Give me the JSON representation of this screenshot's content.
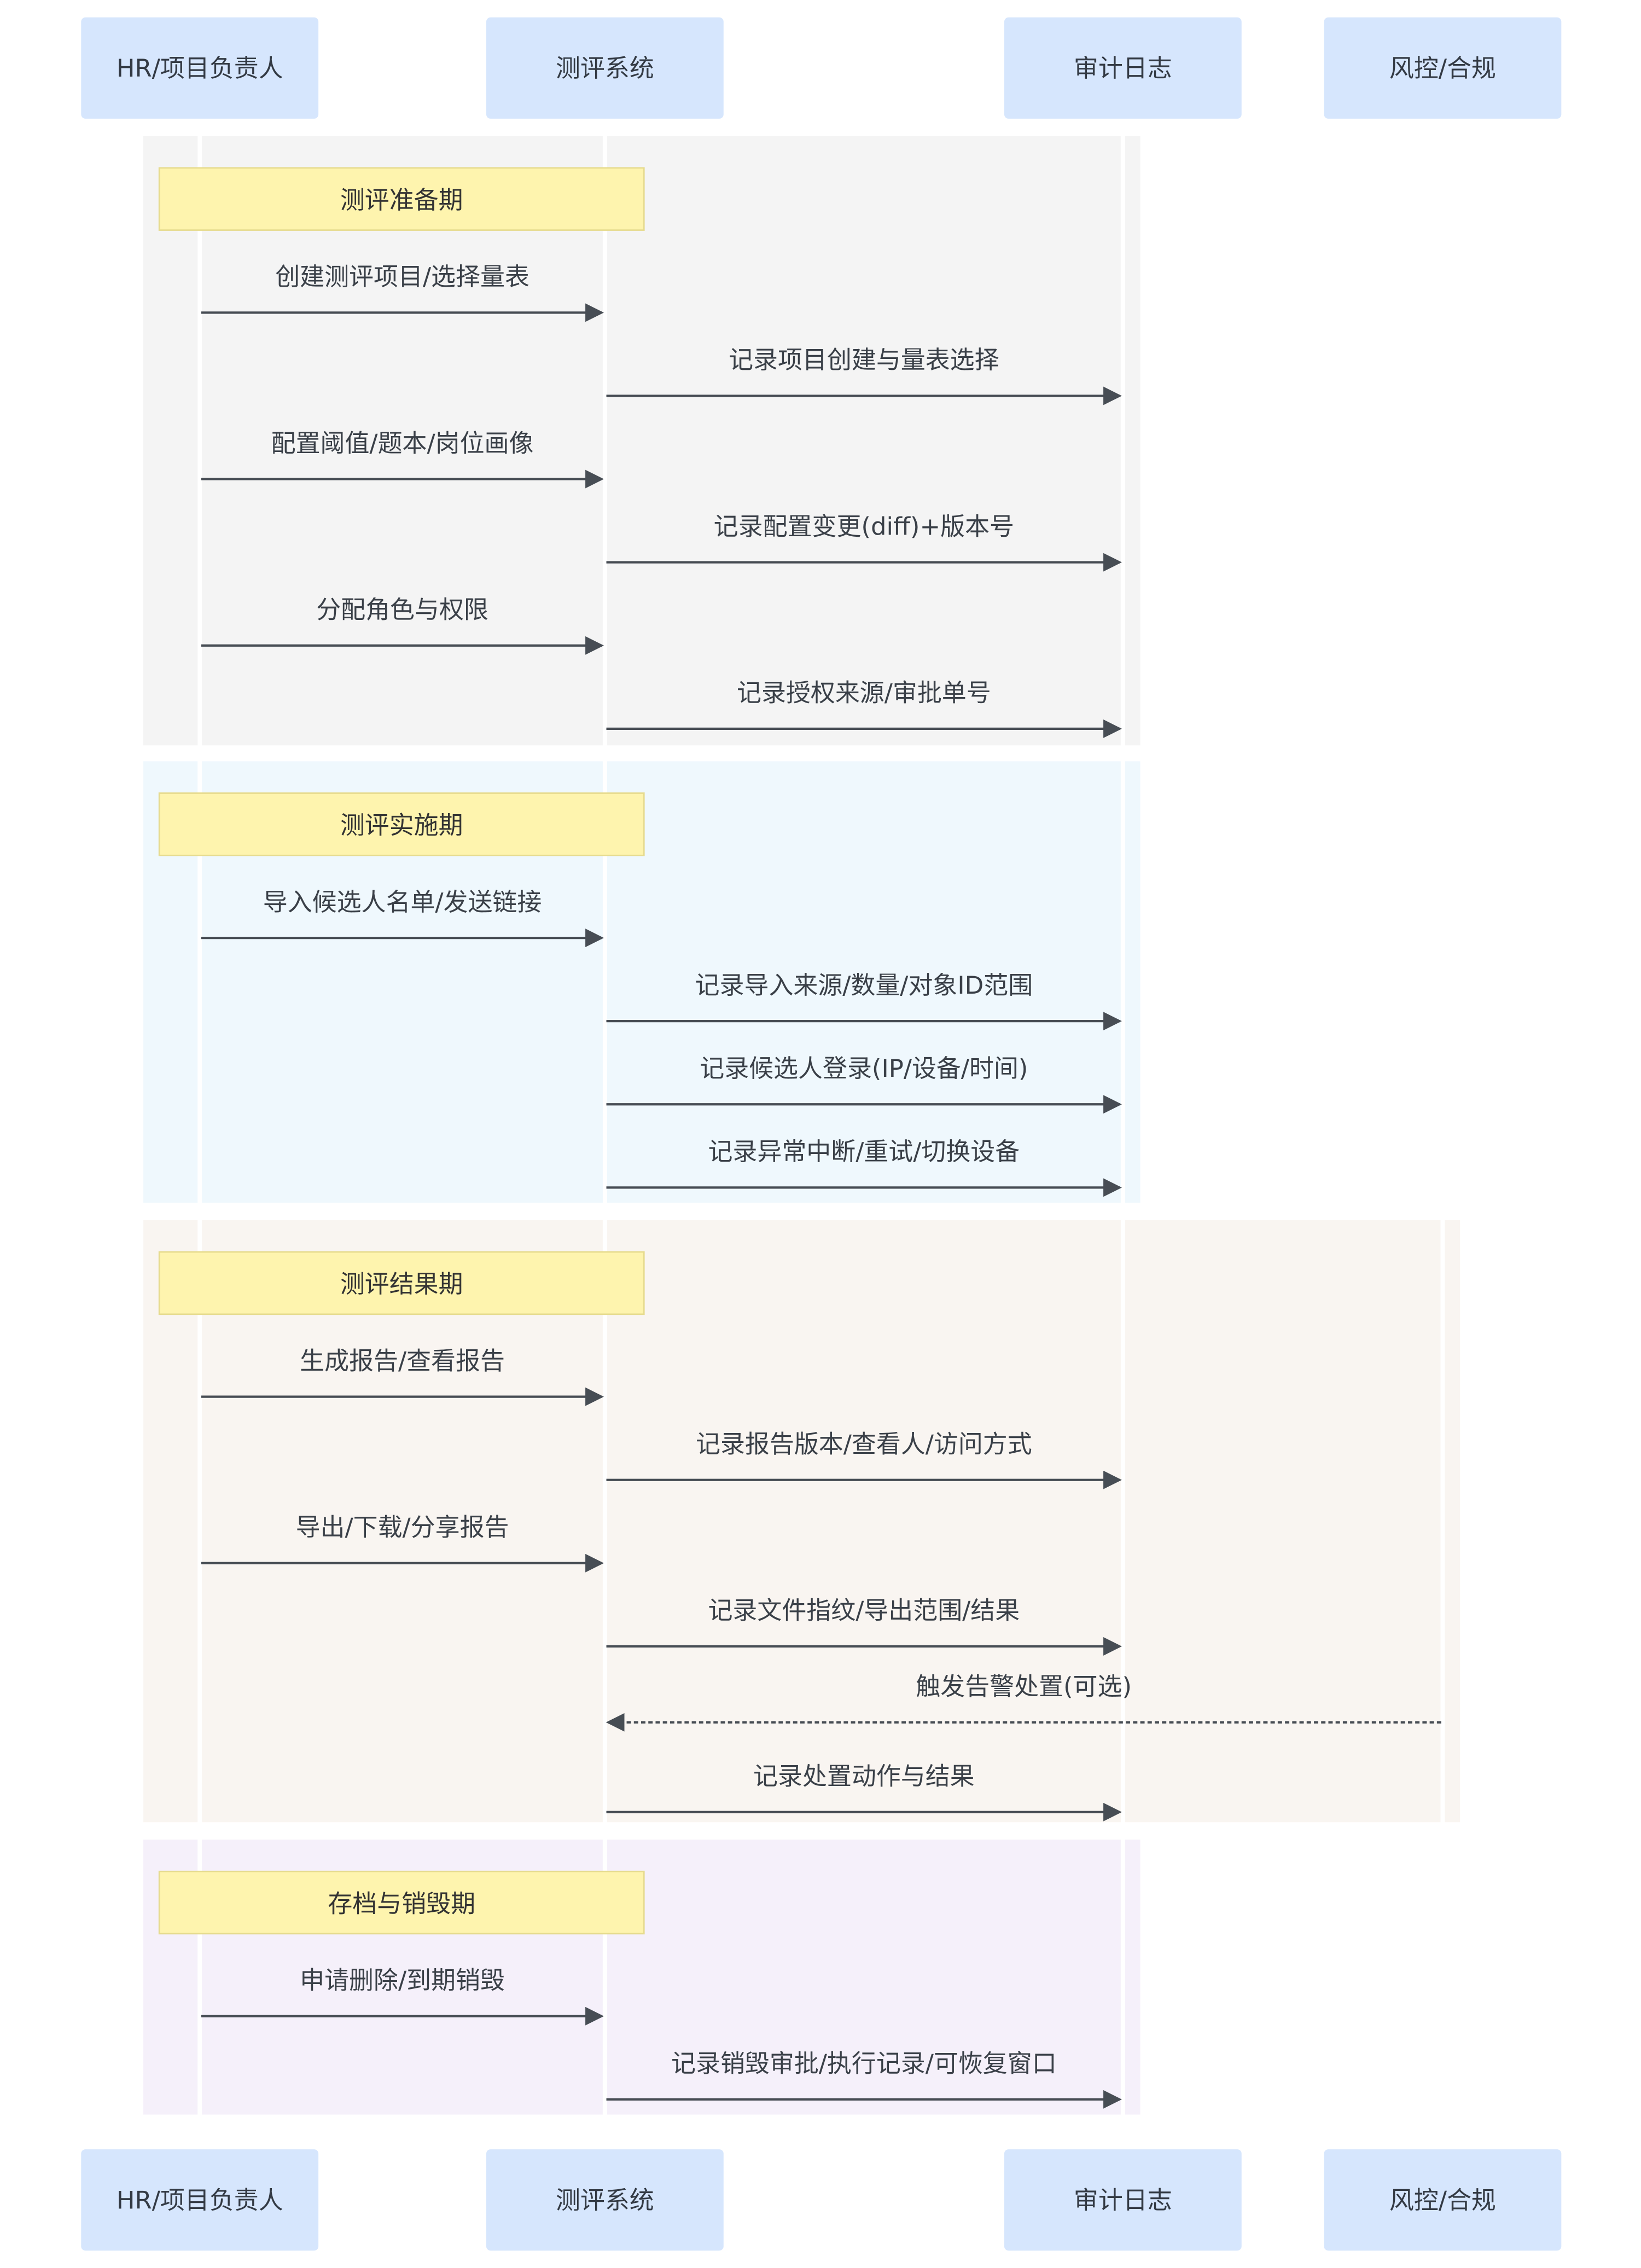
{
  "actors": [
    {
      "id": "hr",
      "label": "HR/项目负责人"
    },
    {
      "id": "sys",
      "label": "测评系统"
    },
    {
      "id": "audit",
      "label": "审计日志"
    },
    {
      "id": "risk",
      "label": "风控/合规"
    }
  ],
  "colors": {
    "actor_fill": "#d6e6fd",
    "note_fill": "#fef4ae",
    "note_border": "#e6db8e",
    "arrow": "#474d54",
    "lifeline": "#ffffff"
  },
  "sections": [
    {
      "note": "测评准备期",
      "bg": "#f4f4f4",
      "messages": [
        {
          "from": "hr",
          "to": "sys",
          "label": "创建测评项目/选择量表",
          "style": "solid"
        },
        {
          "from": "sys",
          "to": "audit",
          "label": "记录项目创建与量表选择",
          "style": "solid"
        },
        {
          "from": "hr",
          "to": "sys",
          "label": "配置阈值/题本/岗位画像",
          "style": "solid"
        },
        {
          "from": "sys",
          "to": "audit",
          "label": "记录配置变更(diff)+版本号",
          "style": "solid"
        },
        {
          "from": "hr",
          "to": "sys",
          "label": "分配角色与权限",
          "style": "solid"
        },
        {
          "from": "sys",
          "to": "audit",
          "label": "记录授权来源/审批单号",
          "style": "solid"
        }
      ]
    },
    {
      "note": "测评实施期",
      "bg": "#eff8fd",
      "messages": [
        {
          "from": "hr",
          "to": "sys",
          "label": "导入候选人名单/发送链接",
          "style": "solid"
        },
        {
          "from": "sys",
          "to": "audit",
          "label": "记录导入来源/数量/对象ID范围",
          "style": "solid"
        },
        {
          "from": "sys",
          "to": "audit",
          "label": "记录候选人登录(IP/设备/时间)",
          "style": "solid"
        },
        {
          "from": "sys",
          "to": "audit",
          "label": "记录异常中断/重试/切换设备",
          "style": "solid"
        }
      ]
    },
    {
      "note": "测评结果期",
      "bg": "#f9f5f1",
      "messages": [
        {
          "from": "hr",
          "to": "sys",
          "label": "生成报告/查看报告",
          "style": "solid"
        },
        {
          "from": "sys",
          "to": "audit",
          "label": "记录报告版本/查看人/访问方式",
          "style": "solid"
        },
        {
          "from": "hr",
          "to": "sys",
          "label": "导出/下载/分享报告",
          "style": "solid"
        },
        {
          "from": "sys",
          "to": "audit",
          "label": "记录文件指纹/导出范围/结果",
          "style": "solid"
        },
        {
          "from": "risk",
          "to": "sys",
          "label": "触发告警处置(可选)",
          "style": "dashed"
        },
        {
          "from": "sys",
          "to": "audit",
          "label": "记录处置动作与结果",
          "style": "solid"
        }
      ]
    },
    {
      "note": "存档与销毁期",
      "bg": "#f5f0fa",
      "messages": [
        {
          "from": "hr",
          "to": "sys",
          "label": "申请删除/到期销毁",
          "style": "solid"
        },
        {
          "from": "sys",
          "to": "audit",
          "label": "记录销毁审批/执行记录/可恢复窗口",
          "style": "solid"
        }
      ]
    }
  ]
}
